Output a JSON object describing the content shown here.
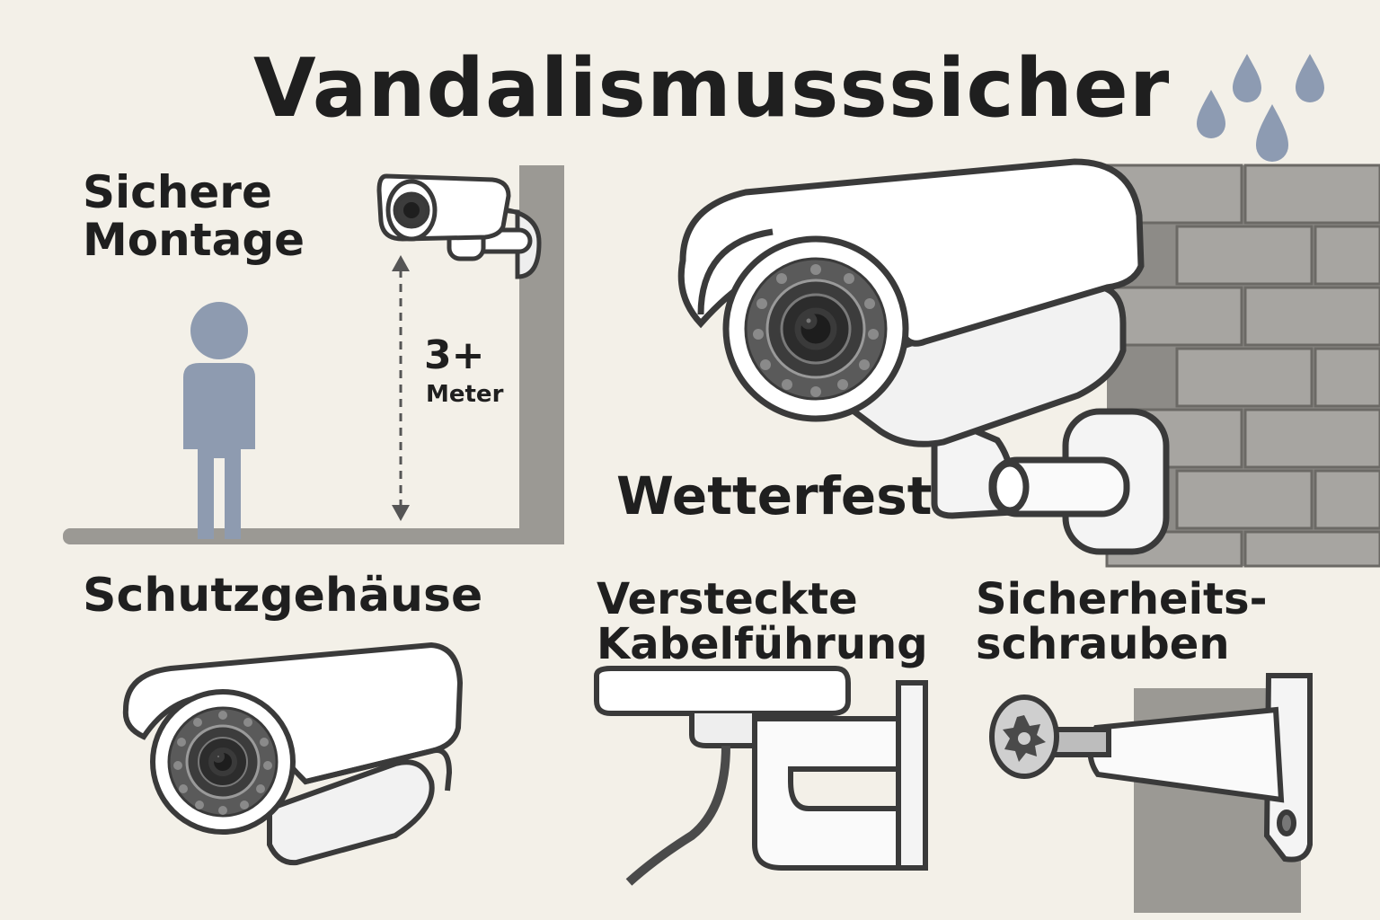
{
  "title": "Vandalismusssicher",
  "sections": {
    "mounting": {
      "label_line1": "Sichere",
      "label_line2": "Montage",
      "height_value": "3+",
      "height_unit": "Meter"
    },
    "weatherproof": {
      "label": "Wetterfest"
    },
    "housing": {
      "label": "Schutzgehäuse"
    },
    "cabling": {
      "label_line1": "Versteckte",
      "label_line2": "Kabelführung"
    },
    "screws": {
      "label_line1": "Sicherheits-",
      "label_line2": "schrauben"
    }
  },
  "colors": {
    "background": "#f3f0e8",
    "outline": "#3a3a3a",
    "wall": "#9b9994",
    "person": "#8e9bb0",
    "raindrop": "#8d9bb2",
    "camera_body": "#ffffff"
  },
  "icons": [
    "person-icon",
    "raindrop-icon",
    "brick-wall",
    "camera-icon",
    "security-screw-icon",
    "height-arrow"
  ]
}
